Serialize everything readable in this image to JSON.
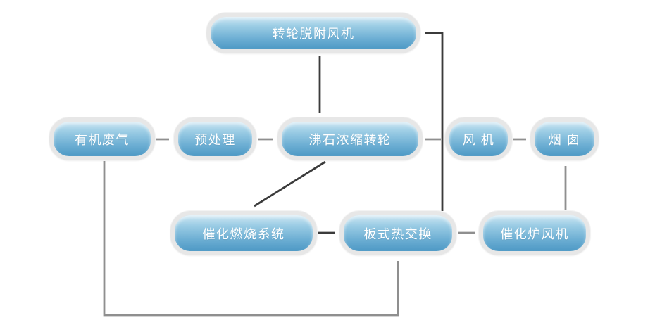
{
  "diagram": {
    "description": "organic-waste-gas-treatment-process-flow",
    "nodes": {
      "desorption_fan": {
        "label": "转轮脱附风机"
      },
      "organic_waste_gas": {
        "label": "有机废气"
      },
      "pretreatment": {
        "label": "预处理"
      },
      "zeolite_rotor": {
        "label": "沸石浓缩转轮"
      },
      "fan": {
        "label": "风 机"
      },
      "chimney": {
        "label": "烟 囱"
      },
      "catalytic_combustion": {
        "label": "催化燃烧系统"
      },
      "plate_heat_exchanger": {
        "label": "板式热交换"
      },
      "catalytic_furnace_fan": {
        "label": "催化炉风机"
      }
    },
    "edges": [
      {
        "from": "organic_waste_gas",
        "to": "pretreatment",
        "style": "gray"
      },
      {
        "from": "pretreatment",
        "to": "zeolite_rotor",
        "style": "gray"
      },
      {
        "from": "zeolite_rotor",
        "to": "fan",
        "style": "gray"
      },
      {
        "from": "fan",
        "to": "chimney",
        "style": "gray"
      },
      {
        "from": "desorption_fan",
        "to": "zeolite_rotor",
        "style": "dark"
      },
      {
        "from": "zeolite_rotor",
        "to": "catalytic_combustion",
        "style": "dark"
      },
      {
        "from": "catalytic_combustion",
        "to": "plate_heat_exchanger",
        "style": "dark"
      },
      {
        "from": "plate_heat_exchanger",
        "to": "catalytic_furnace_fan",
        "style": "gray"
      },
      {
        "from": "plate_heat_exchanger",
        "to": "desorption_fan",
        "style": "dark"
      },
      {
        "from": "catalytic_furnace_fan",
        "to": "chimney",
        "style": "gray"
      },
      {
        "from": "organic_waste_gas",
        "to": "plate_heat_exchanger",
        "style": "gray"
      }
    ],
    "colors": {
      "node_fill_top": "#cde6f3",
      "node_fill_bottom": "#4d99c5",
      "node_halo": "#e7e7e7",
      "label_text": "#ffffff",
      "arrow_dark": "#3b3b3b",
      "arrow_gray": "#8f8f8f",
      "background": "#ffffff"
    }
  }
}
